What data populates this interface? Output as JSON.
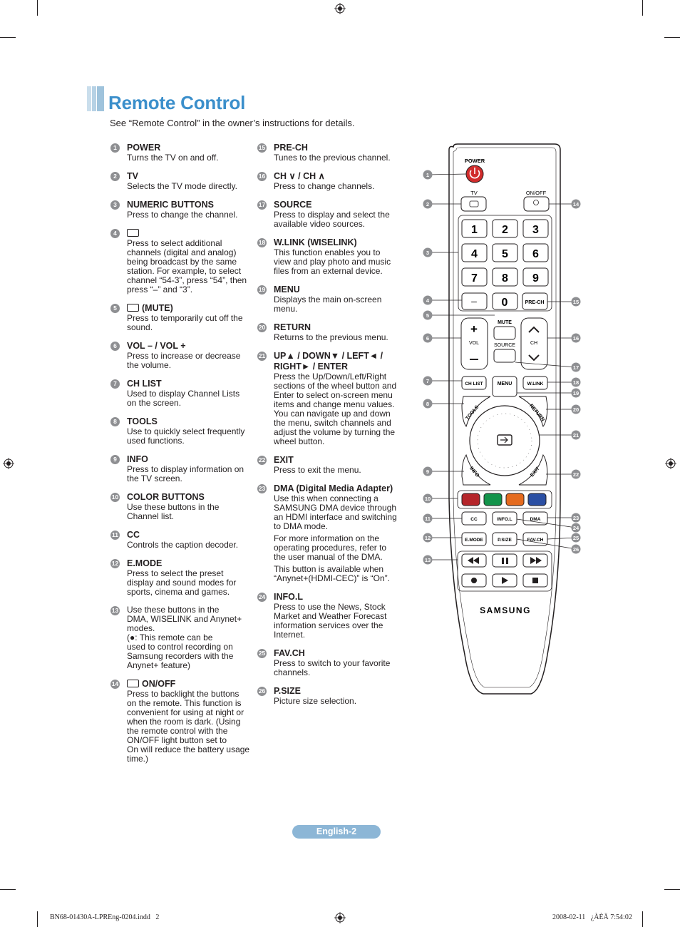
{
  "header": {
    "title": "Remote Control",
    "intro": "See “Remote Control” in the owner’s instructions for details."
  },
  "left_items": [
    {
      "no": "1",
      "title": "POWER",
      "desc": [
        "Turns the TV on and off."
      ]
    },
    {
      "no": "2",
      "title": "TV",
      "desc": [
        "Selects the TV mode directly."
      ]
    },
    {
      "no": "3",
      "title": "NUMERIC BUTTONS",
      "desc": [
        "Press to change the channel."
      ]
    },
    {
      "no": "4",
      "title": "",
      "icon": "dash-key-icon",
      "desc": [
        "Press to select additional\nchannels (digital and analog)\nbeing broadcast by the same\nstation. For example, to select\nchannel “54-3”, press “54”, then\npress “–” and “3”."
      ]
    },
    {
      "no": "5",
      "title": "(MUTE)",
      "icon": "mute-icon",
      "desc": [
        "Press to temporarily cut off the\nsound."
      ]
    },
    {
      "no": "6",
      "title": "VOL – / VOL +",
      "desc": [
        "Press to increase or decrease\nthe volume."
      ]
    },
    {
      "no": "7",
      "title": "CH LIST",
      "desc": [
        "Used to display Channel Lists\non the screen."
      ]
    },
    {
      "no": "8",
      "title": "TOOLS",
      "desc": [
        "Use to quickly select frequently\nused functions."
      ]
    },
    {
      "no": "9",
      "title": "INFO",
      "desc": [
        "Press to display information on\nthe TV screen."
      ]
    },
    {
      "no": "10",
      "title": "COLOR BUTTONS",
      "desc": [
        "Use these buttons in the\nChannel list."
      ]
    },
    {
      "no": "11",
      "title": "CC",
      "desc": [
        "Controls the caption decoder."
      ]
    },
    {
      "no": "12",
      "title": "E.MODE",
      "desc": [
        "Press to select the preset\ndisplay and sound modes for\nsports, cinema and games."
      ]
    },
    {
      "no": "13",
      "title": "",
      "desc": [
        "Use these buttons in the\nDMA, WISELINK and Anynet+\nmodes.\n(●: This remote can be\nused to control recording on\nSamsung recorders with the\nAnynet+ feature)"
      ]
    },
    {
      "no": "14",
      "title": "ON/OFF",
      "icon": "light-bulb-icon",
      "desc": [
        "Press to backlight the buttons\non the remote. This function is\nconvenient for using at night or\nwhen the room is dark. (Using\nthe remote control with the\nON/OFF light button set to\nOn will reduce the battery usage\ntime.)"
      ]
    }
  ],
  "right_items": [
    {
      "no": "15",
      "title": "PRE-CH",
      "desc": [
        "Tunes to the previous channel."
      ]
    },
    {
      "no": "16",
      "title": "CH ∨ / CH ∧",
      "desc": [
        "Press to change channels."
      ]
    },
    {
      "no": "17",
      "title": "SOURCE",
      "desc": [
        "Press to display and select the\navailable video sources."
      ]
    },
    {
      "no": "18",
      "title": "W.LINK (WISELINK)",
      "desc": [
        "This function enables you to\nview and play photo and music\nfiles from an external device."
      ]
    },
    {
      "no": "19",
      "title": "MENU",
      "desc": [
        "Displays the main on-screen\nmenu."
      ]
    },
    {
      "no": "20",
      "title": "RETURN",
      "desc": [
        "Returns to the previous menu."
      ]
    },
    {
      "no": "21",
      "title": "UP▲ / DOWN▼ / LEFT◄ /\nRIGHT► / ENTER",
      "desc": [
        "Press the Up/Down/Left/Right\nsections of the wheel button and\nEnter to select on-screen menu\nitems and change menu values.\nYou can navigate up and down\nthe menu, switch channels and\nadjust the volume by turning the\nwheel button."
      ]
    },
    {
      "no": "22",
      "title": "EXIT",
      "desc": [
        "Press to exit the menu."
      ]
    },
    {
      "no": "23",
      "title": "DMA (Digital Media Adapter)",
      "desc": [
        "Use this when connecting a\nSAMSUNG DMA device through\nan HDMI interface and switching\nto DMA mode.",
        "For more information on the\noperating procedures, refer to\nthe user manual of the DMA.",
        "This button is available when\n“Anynet+(HDMI-CEC)” is “On”."
      ]
    },
    {
      "no": "24",
      "title": "INFO.L",
      "desc": [
        "Press to use the News, Stock\nMarket and Weather Forecast\ninformation services over the\nInternet."
      ]
    },
    {
      "no": "25",
      "title": "FAV.CH",
      "desc": [
        "Press to switch to your favorite\nchannels."
      ]
    },
    {
      "no": "26",
      "title": "P.SIZE",
      "desc": [
        "Picture size selection."
      ]
    }
  ],
  "remote": {
    "power": "POWER",
    "tv": "TV",
    "onoff": "ON/OFF",
    "digits": [
      "1",
      "2",
      "3",
      "4",
      "5",
      "6",
      "7",
      "8",
      "9"
    ],
    "dash": "–",
    "zero": "0",
    "prech": "PRE-CH",
    "mute": "MUTE",
    "vol": "VOL",
    "ch": "CH",
    "source": "SOURCE",
    "chlist": "CH LIST",
    "menu": "MENU",
    "wlink": "W.LINK",
    "tools": "TOOLS",
    "return": "RETURN",
    "info": "INFO",
    "exit": "EXIT",
    "cc": "CC",
    "infol": "INFO.L",
    "dma": "DMA",
    "emode": "E.MODE",
    "psize": "P.SIZE",
    "favch": "FAV.CH",
    "brand": "SAMSUNG",
    "colors": [
      "#b5252a",
      "#12934a",
      "#e56b1f",
      "#2b4fa3"
    ],
    "callouts_left": [
      "1",
      "2",
      "3",
      "4",
      "5",
      "6",
      "7",
      "8",
      "9",
      "10",
      "11",
      "12",
      "13"
    ],
    "callouts_right": [
      "14",
      "15",
      "16",
      "17",
      "18",
      "19",
      "20",
      "21",
      "22",
      "23",
      "24",
      "25",
      "26"
    ]
  },
  "footer": {
    "page": "English-2",
    "file": "BN68-01430A-LPREng-0204.indd   2",
    "stamp": "2008-02-11   ¿ÀÈÄ 7:54:02"
  }
}
